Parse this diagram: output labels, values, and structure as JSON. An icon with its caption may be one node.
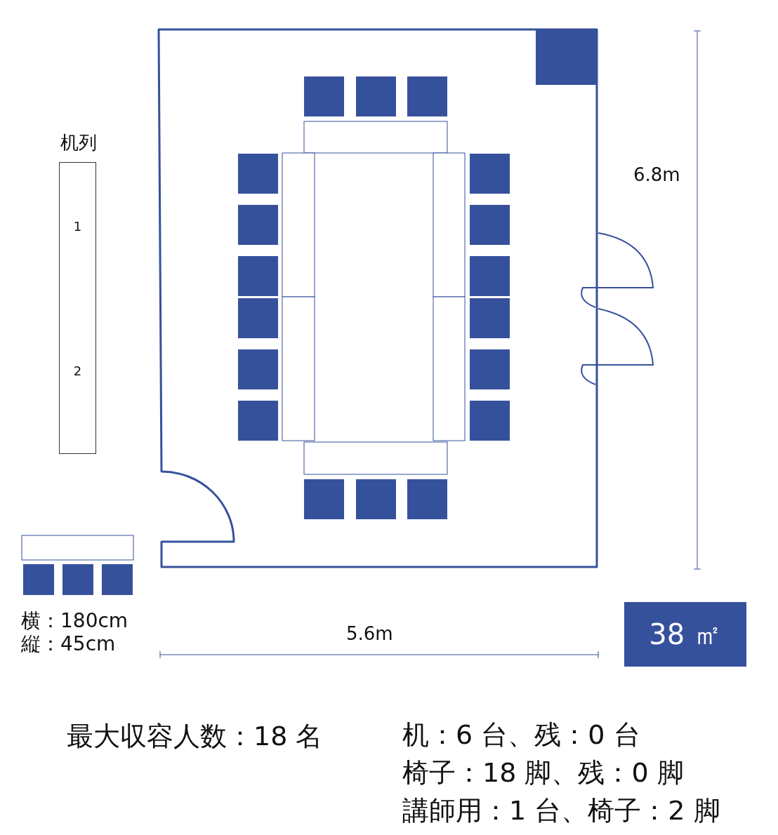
{
  "diagram": {
    "nodes": [
      {
        "text": [
          "机列",
          "1",
          "2"
        ]
      },
      {
        "text": [
          "38 ㎡"
        ]
      }
    ],
    "labels": [
      "6.8m",
      "横：180cm",
      "縦：45cm",
      "5.6m",
      "最大収容人数：18 名",
      "机：6 台、残：0 台",
      "椅子：18 脚、残：0 脚",
      "講師用：1 台、椅子：2 脚"
    ]
  }
}
